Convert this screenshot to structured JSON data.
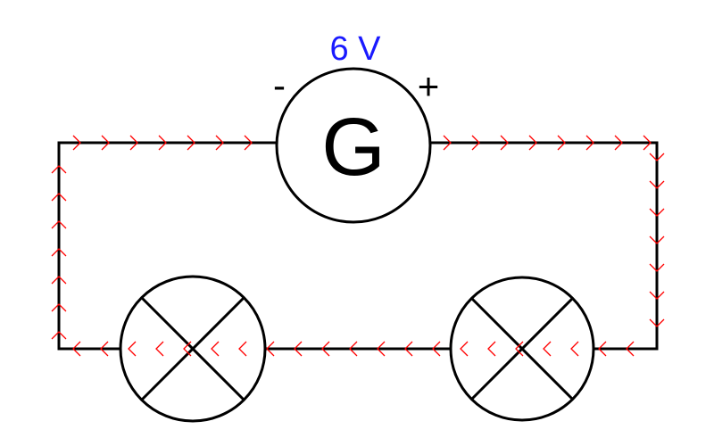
{
  "generator": {
    "symbol": "G",
    "voltage_label": "6 V",
    "negative_sign": "-",
    "positive_sign": "+"
  },
  "lamps": [
    {
      "symbol": "lamp-cross"
    },
    {
      "symbol": "lamp-cross"
    }
  ],
  "colors": {
    "wire": "#000000",
    "voltage_text": "#1a1aff",
    "current_arrows": "#ff0000"
  }
}
